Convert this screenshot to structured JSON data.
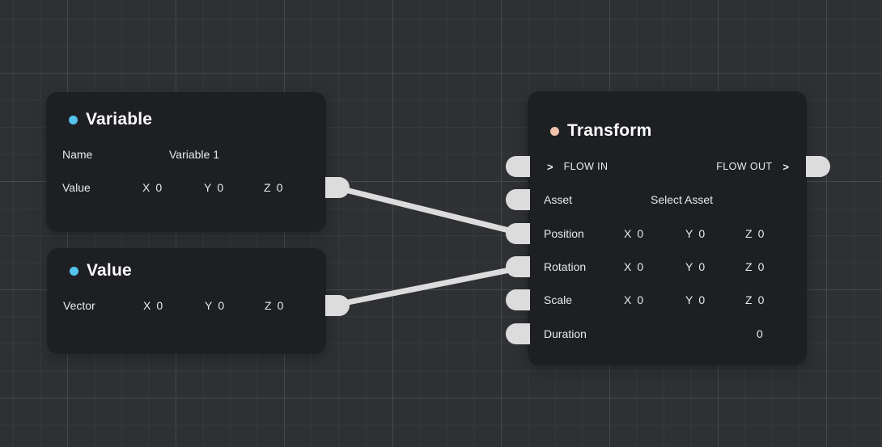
{
  "canvas": {
    "background_color": "#2e3034",
    "wire_color": "#dcdcdd",
    "port_color": "#dcdcdd"
  },
  "nodes": {
    "variable": {
      "title": "Variable",
      "accent_color": "#55c3ee",
      "fields": {
        "name": {
          "label": "Name",
          "value": "Variable 1"
        },
        "value": {
          "label": "Value",
          "x": {
            "axis": "X",
            "value": "0"
          },
          "y": {
            "axis": "Y",
            "value": "0"
          },
          "z": {
            "axis": "Z",
            "value": "0"
          }
        }
      }
    },
    "value": {
      "title": "Value",
      "accent_color": "#55c3ee",
      "fields": {
        "vector": {
          "label": "Vector",
          "x": {
            "axis": "X",
            "value": "0"
          },
          "y": {
            "axis": "Y",
            "value": "0"
          },
          "z": {
            "axis": "Z",
            "value": "0"
          }
        }
      }
    },
    "transform": {
      "title": "Transform",
      "accent_color": "#f1c3ab",
      "flow": {
        "in_label": "FLOW IN",
        "out_label": "FLOW OUT",
        "chevron": ">"
      },
      "fields": {
        "asset": {
          "label": "Asset",
          "value": "Select Asset"
        },
        "position": {
          "label": "Position",
          "x": {
            "axis": "X",
            "value": "0"
          },
          "y": {
            "axis": "Y",
            "value": "0"
          },
          "z": {
            "axis": "Z",
            "value": "0"
          }
        },
        "rotation": {
          "label": "Rotation",
          "x": {
            "axis": "X",
            "value": "0"
          },
          "y": {
            "axis": "Y",
            "value": "0"
          },
          "z": {
            "axis": "Z",
            "value": "0"
          }
        },
        "scale": {
          "label": "Scale",
          "x": {
            "axis": "X",
            "value": "0"
          },
          "y": {
            "axis": "Y",
            "value": "0"
          },
          "z": {
            "axis": "Z",
            "value": "0"
          }
        },
        "duration": {
          "label": "Duration",
          "value": "0"
        }
      }
    }
  },
  "connections": [
    {
      "from": "Variable.Value",
      "to": "Transform.Position"
    },
    {
      "from": "Value.Vector",
      "to": "Transform.Rotation"
    }
  ]
}
